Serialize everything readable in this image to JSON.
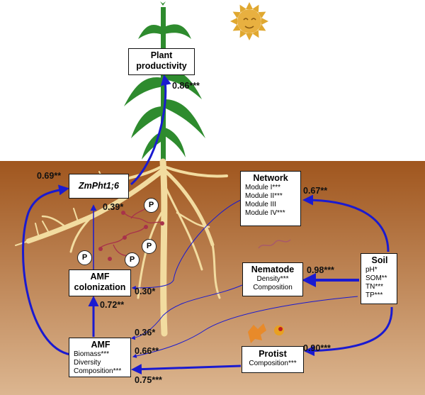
{
  "nodes": {
    "plant": {
      "title_lines": [
        "Plant",
        "productivity"
      ]
    },
    "zmpht": {
      "title": "ZmPht1;6"
    },
    "network": {
      "title": "Network",
      "items": [
        "Module I***",
        "Module II***",
        "Module III",
        "Module IV***"
      ]
    },
    "amf_colonization": {
      "title_lines": [
        "AMF",
        "colonization"
      ]
    },
    "nematode": {
      "title": "Nematode",
      "items": [
        "Density***",
        "Composition"
      ]
    },
    "soil": {
      "title": "Soil",
      "items": [
        "pH*",
        "SOM**",
        "TN***",
        "TP***"
      ]
    },
    "amf": {
      "title": "AMF",
      "items": [
        "Biomass***",
        "Diversity",
        "Composition***"
      ]
    },
    "protist": {
      "title": "Protist",
      "items": [
        "Composition***"
      ]
    }
  },
  "coefficients": {
    "zmpht_to_plant": "0.86***",
    "amf_to_zmpht": "0.69**",
    "colonization_to_zmpht": "0.39*",
    "soil_to_network": "0.67**",
    "network_to_colonization": "0.30*",
    "soil_to_nematode": "0.98***",
    "amf_to_colonization": "0.72**",
    "nematode_to_amf": "0.36*",
    "soil_to_amf": "0.66**",
    "soil_to_protist": "0.90***",
    "protist_to_amf": "0.75***"
  },
  "phosphate_symbol": "P",
  "colors": {
    "soil_top": "#a0561e",
    "soil_bottom": "#dcb690",
    "arrow": "#1a1ad0",
    "root": "#f2dca0",
    "leaf": "#2e8b2e",
    "sun": "#e0a830",
    "hyphae": "#a8324a"
  }
}
